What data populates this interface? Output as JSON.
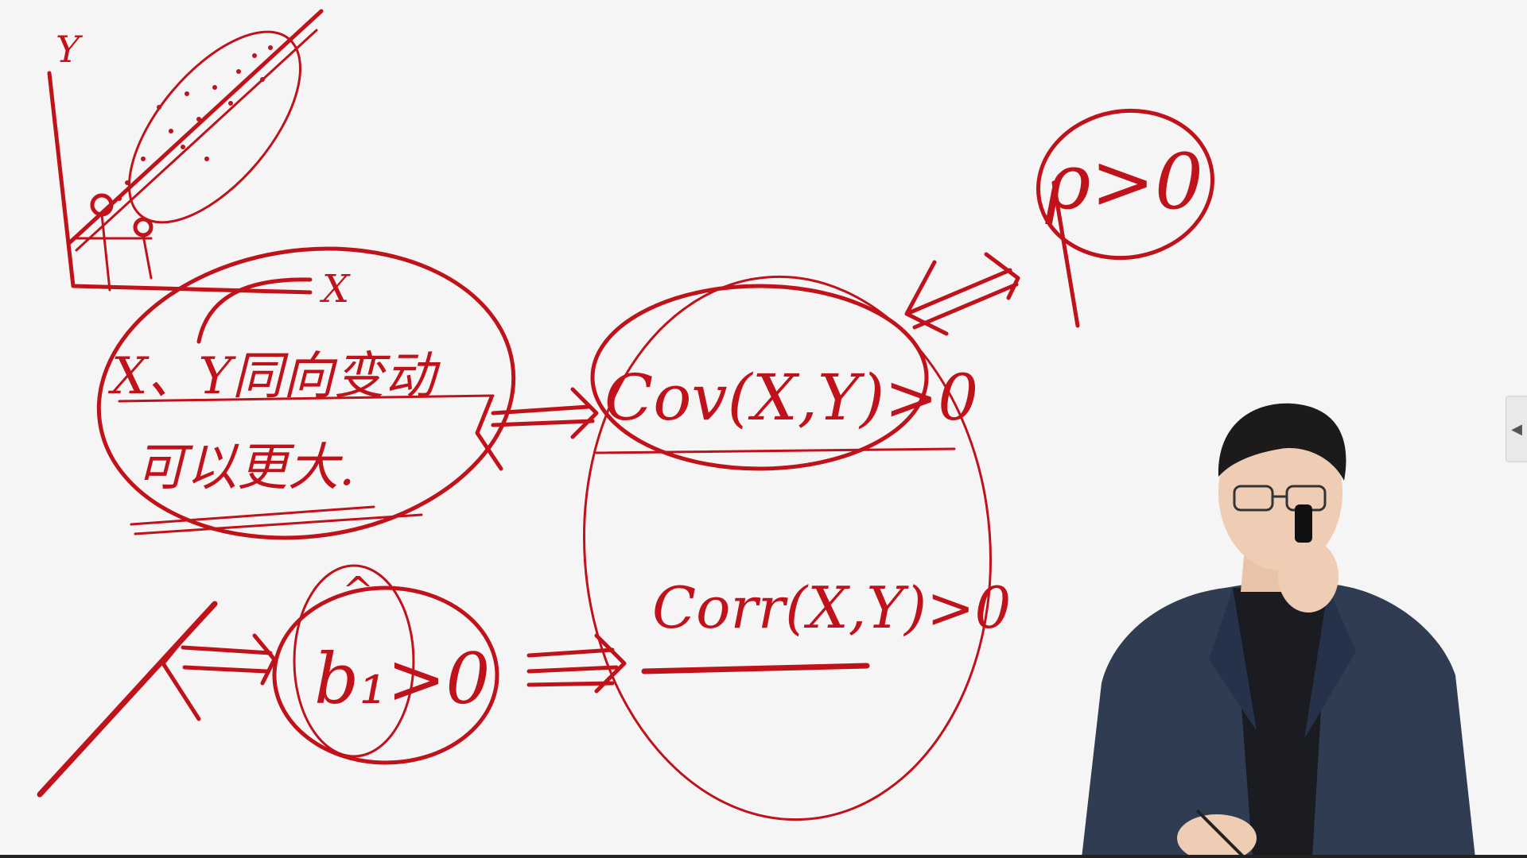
{
  "whiteboard": {
    "graph": {
      "y_axis_label": "Y"
    },
    "left_group": {
      "x_label": "X",
      "line1": "X、Y同向变动",
      "line2": "可以更大."
    },
    "cov_group": {
      "cov_text": "Cov(X,Y)>0"
    },
    "rho_group": {
      "rho_text": "ρ>0"
    },
    "b_group": {
      "hat": "^",
      "b_text": "b₁>0"
    },
    "corr_group": {
      "corr_text": "Corr(X,Y)>0"
    }
  },
  "side_handle": {
    "icon": "chevron-left-icon",
    "glyph": "◀"
  },
  "colors": {
    "ink": "#c0121a",
    "board": "#f5f5f5",
    "jacket": "#2f3c52",
    "shirt": "#1a1c22"
  }
}
